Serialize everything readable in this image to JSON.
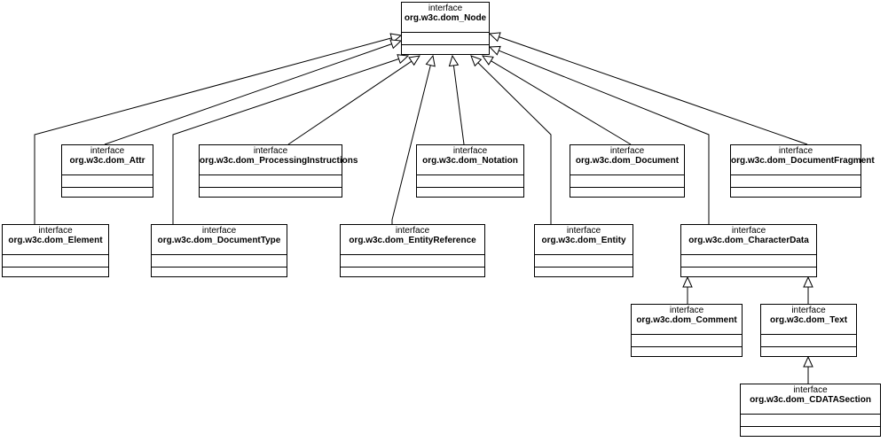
{
  "diagram": {
    "stereotype": "interface",
    "classes": [
      {
        "id": "node",
        "name": "org.w3c.dom_Node"
      },
      {
        "id": "attr",
        "name": "org.w3c.dom_Attr"
      },
      {
        "id": "pi",
        "name": "org.w3c.dom_ProcessingInstructions"
      },
      {
        "id": "notation",
        "name": "org.w3c.dom_Notation"
      },
      {
        "id": "document",
        "name": "org.w3c.dom_Document"
      },
      {
        "id": "docfrag",
        "name": "org.w3c.dom_DocumentFragment"
      },
      {
        "id": "element",
        "name": "org.w3c.dom_Element"
      },
      {
        "id": "doctype",
        "name": "org.w3c.dom_DocumentType"
      },
      {
        "id": "entref",
        "name": "org.w3c.dom_EntityReference"
      },
      {
        "id": "entity",
        "name": "org.w3c.dom_Entity"
      },
      {
        "id": "chardata",
        "name": "org.w3c.dom_CharacterData"
      },
      {
        "id": "comment",
        "name": "org.w3c.dom_Comment"
      },
      {
        "id": "text",
        "name": "org.w3c.dom_Text"
      },
      {
        "id": "cdata",
        "name": "org.w3c.dom_CDATASection"
      }
    ],
    "relations": [
      {
        "child": "element",
        "parent": "node"
      },
      {
        "child": "attr",
        "parent": "node"
      },
      {
        "child": "doctype",
        "parent": "node"
      },
      {
        "child": "pi",
        "parent": "node"
      },
      {
        "child": "entref",
        "parent": "node"
      },
      {
        "child": "notation",
        "parent": "node"
      },
      {
        "child": "entity",
        "parent": "node"
      },
      {
        "child": "document",
        "parent": "node"
      },
      {
        "child": "chardata",
        "parent": "node"
      },
      {
        "child": "docfrag",
        "parent": "node"
      },
      {
        "child": "comment",
        "parent": "chardata"
      },
      {
        "child": "text",
        "parent": "chardata"
      },
      {
        "child": "cdata",
        "parent": "text"
      }
    ]
  }
}
